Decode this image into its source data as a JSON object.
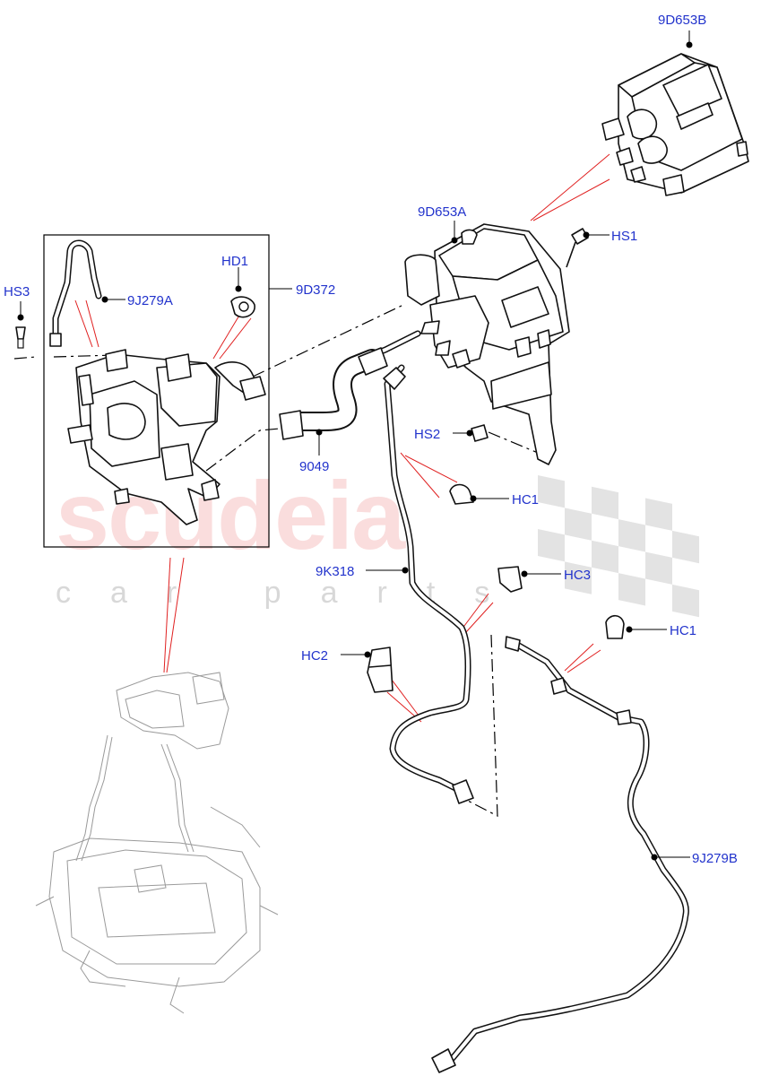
{
  "watermark": {
    "brand": "scudeia",
    "subtitle": "car parts"
  },
  "callouts": {
    "9D653B": "9D653B",
    "9D653A": "9D653A",
    "HS1": "HS1",
    "HS3": "HS3",
    "HD1": "HD1",
    "9D372": "9D372",
    "9J279A": "9J279A",
    "HS2": "HS2",
    "9049": "9049",
    "HC1_upper": "HC1",
    "9K318": "9K318",
    "HC3": "HC3",
    "HC1_lower": "HC1",
    "HC2": "HC2",
    "9J279B": "9J279B"
  },
  "colors": {
    "label": "#2233cc",
    "leader": "#000000",
    "reference_line": "#e02020",
    "watermark_red": "#f4b3b3",
    "watermark_grey": "#d8d8d8"
  }
}
